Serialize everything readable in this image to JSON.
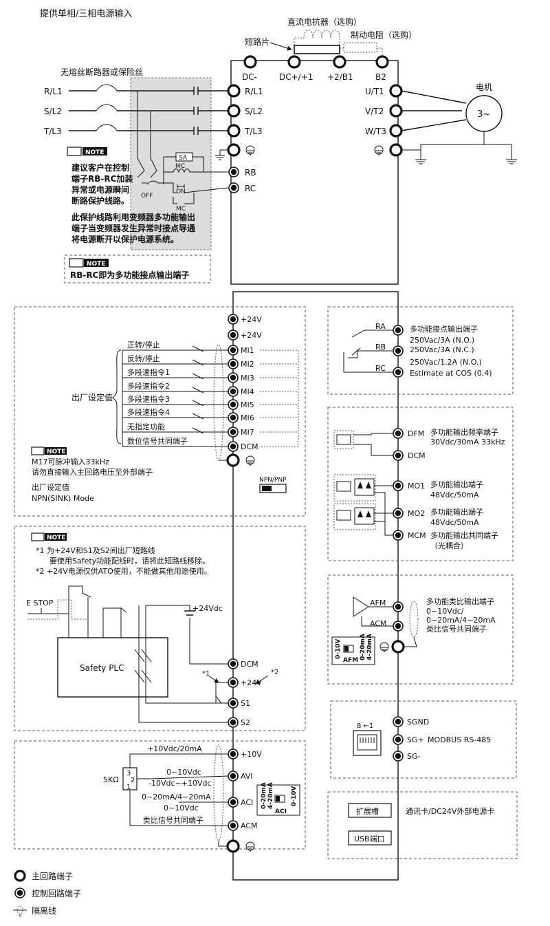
{
  "header": {
    "power_input": "提供单相/三相电源输入"
  },
  "top": {
    "dc_reactor": "直流电抗器（选购）",
    "brake_resistor": "制动电阻（选购）",
    "short_bar": "短路片",
    "fuse_breaker": "无熔丝断路器或保险丝",
    "motor": "电机",
    "motor_symbol": "3~",
    "input_labels": [
      "R/L1",
      "S/L2",
      "T/L3"
    ],
    "main_terminals_top": [
      "DC-",
      "DC+/+1",
      "+2/B1",
      "B2"
    ],
    "main_terminals_left": [
      "R/L1",
      "S/L2",
      "T/L3"
    ],
    "relay_terminals": [
      "RB",
      "RC"
    ],
    "output_terminals": [
      "U/T1",
      "V/T2",
      "W/T3"
    ],
    "sa": "SA",
    "mc": "MC",
    "on": "ON",
    "off": "OFF"
  },
  "notes": {
    "badge": "NOTE",
    "note1": [
      "建议客户在控制",
      "端子RB-RC加装",
      "异常或电源瞬间",
      "断路保护线路。"
    ],
    "note1b": [
      "此保护线路利用变频器多功能输出",
      "端子当变频器发生异常时接点导通",
      "将电源断开以保护电源系统。"
    ],
    "note2": "RB-RC即为多功能接点输出端子",
    "note3": [
      "M17可脉冲输入33kHz",
      "请勿直接输入主回路电压至外部端子"
    ],
    "factory": "出厂设定值",
    "npn_mode": "NPN(SINK) Mode",
    "npn_pnp": "NPN/PNP",
    "note4": [
      "*1   为+24V和S1及S2间出厂短路线",
      "要使用Safety功能配线时，请将此短路线移除。",
      "*2   +24V电源仅供ATO使用，不能做其他用途使用。"
    ]
  },
  "digital_inputs": {
    "factory_label": "出厂设定值",
    "terminals": [
      "+24V",
      "+24V",
      "MI1",
      "MI2",
      "MI3",
      "MI4",
      "MI5",
      "MI6",
      "MI7",
      "DCM"
    ],
    "functions": [
      "正转/停止",
      "反转/停止",
      "多段速指令1",
      "多段速指令2",
      "多段速指令3",
      "多段速指令4",
      "无指定功能",
      "数位信号共同端子"
    ]
  },
  "safety": {
    "estop": "E STOP",
    "plc": "Safety PLC",
    "supply": "+24Vdc",
    "terminals": [
      "DCM",
      "+24V",
      "S1",
      "S2"
    ],
    "mark1": "*1",
    "mark2": "*2"
  },
  "analog_inputs": {
    "terminals": [
      "+10V",
      "AVI",
      "ACI",
      "ACM"
    ],
    "supply": "+10Vdc/20mA",
    "avi_range_1": "0~10Vdc",
    "avi_range_2": "-10Vdc~+10Vdc",
    "aci_range_1": "0~20mA/4~20mA",
    "aci_range_2": "0~10Vdc",
    "common": "类比信号共同端子",
    "pot": "5KΩ",
    "pot_pins": [
      "3",
      "2",
      "1"
    ],
    "switch_left": [
      "0-20mA",
      "4-20mA"
    ],
    "switch_right": "0-10V",
    "switch_name": "ACI"
  },
  "relay_out": {
    "terminals": [
      "RA",
      "RB",
      "RC"
    ],
    "title": "多功能接点输出端子",
    "ratings": [
      "250Vac/3A (N.O.)",
      "250Vac/3A (N.C.)",
      "250Vac/1.2A (N.O.)",
      "Estimate at COS (0.4)"
    ]
  },
  "multi_out": {
    "dfm": "DFM",
    "dfm_title": "多功能输出频率端子",
    "dfm_rating": "30Vdc/30mA  33kHz",
    "dcm": "DCM",
    "mo1": "MO1",
    "mo1_title": "多功能输出端子",
    "mo1_rating": "48Vdc/50mA",
    "mo2": "MO2",
    "mo2_title": "多功能输出端子",
    "mo2_rating": "48Vdc/50mA",
    "mcm": "MCM",
    "mcm_title": "多功能输出共同端子",
    "mcm_sub": "（光耦合）"
  },
  "analog_out": {
    "afm": "AFM",
    "acm": "ACM",
    "lines": [
      "多功能类比输出端子",
      "0~10Vdc/",
      "0~20mA/4~20mA",
      "类比信号共同端子"
    ],
    "switch_left": "0-10V",
    "switch_right": [
      "0-20mA",
      "4-20mA"
    ],
    "switch_name": "AFM"
  },
  "comm": {
    "terminals": [
      "SGND",
      "SG+",
      "SG-"
    ],
    "protocol": "MODBUS  RS-485",
    "pins": "8 ←1"
  },
  "expansion": {
    "slot": "扩展槽",
    "usb": "USB端口",
    "desc": "通讯卡/DC24V外部电源卡"
  },
  "legend": {
    "main": "主回路端子",
    "control": "控制回路端子",
    "shield": "隔离线"
  }
}
